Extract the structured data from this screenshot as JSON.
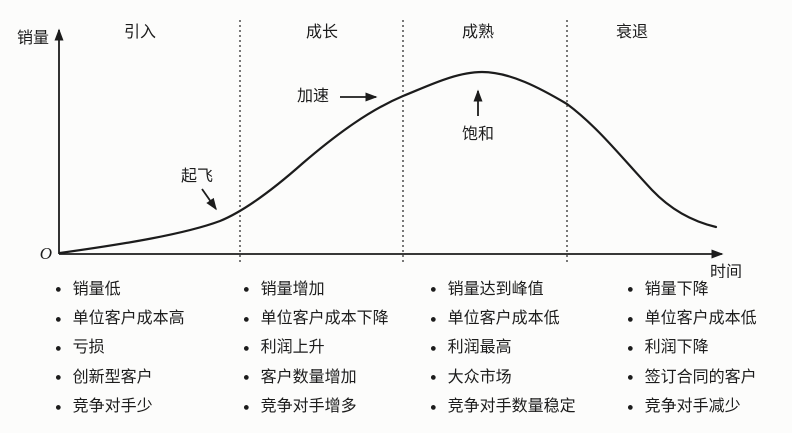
{
  "figure": {
    "y_axis_label": "销量",
    "x_axis_label": "时间",
    "origin_label": "O"
  },
  "phases": [
    {
      "label": "引入",
      "items": [
        "销量低",
        "单位客户成本高",
        "亏损",
        "创新型客户",
        "竞争对手少"
      ]
    },
    {
      "label": "成长",
      "items": [
        "销量增加",
        "单位客户成本下降",
        "利润上升",
        "客户数量增加",
        "竞争对手增多"
      ]
    },
    {
      "label": "成熟",
      "items": [
        "销量达到峰值",
        "单位客户成本低",
        "利润最高",
        "大众市场",
        "竞争对手数量稳定"
      ]
    },
    {
      "label": "衰退",
      "items": [
        "销量下降",
        "单位客户成本低",
        "利润下降",
        "签订合同的客户",
        "竞争对手减少"
      ]
    }
  ],
  "annotations": {
    "takeoff": "起飞",
    "accelerate": "加速",
    "saturation": "饱和"
  },
  "icons": {
    "bullet": "●"
  },
  "colors": {
    "ink": "#1c1c1c",
    "background": "#fcfcfb"
  },
  "chart_data": {
    "type": "line",
    "title": "",
    "xlabel": "时间",
    "ylabel": "销量",
    "x_numeric": false,
    "grid": false,
    "stages": [
      {
        "name": "引入",
        "x_range_frac": [
          0.0,
          0.27
        ]
      },
      {
        "name": "成长",
        "x_range_frac": [
          0.27,
          0.51
        ]
      },
      {
        "name": "成熟",
        "x_range_frac": [
          0.51,
          0.755
        ]
      },
      {
        "name": "衰退",
        "x_range_frac": [
          0.755,
          1.0
        ]
      }
    ],
    "curve_points_frac": [
      [
        0.0,
        0.0
      ],
      [
        0.1,
        0.04
      ],
      [
        0.2,
        0.1
      ],
      [
        0.24,
        0.14
      ],
      [
        0.27,
        0.19
      ],
      [
        0.34,
        0.36
      ],
      [
        0.42,
        0.58
      ],
      [
        0.51,
        0.67
      ],
      [
        0.57,
        0.75
      ],
      [
        0.63,
        0.78
      ],
      [
        0.69,
        0.72
      ],
      [
        0.755,
        0.64
      ],
      [
        0.84,
        0.42
      ],
      [
        0.92,
        0.21
      ],
      [
        0.975,
        0.12
      ]
    ],
    "annotations": [
      {
        "text": "起飞",
        "at_x_frac": 0.24,
        "meaning": "take-off point at end of introduction stage"
      },
      {
        "text": "加速",
        "at_x_frac": 0.49,
        "meaning": "acceleration point in growth stage"
      },
      {
        "text": "饱和",
        "at_x_frac": 0.63,
        "meaning": "saturation at curve peak in maturity stage"
      }
    ]
  }
}
